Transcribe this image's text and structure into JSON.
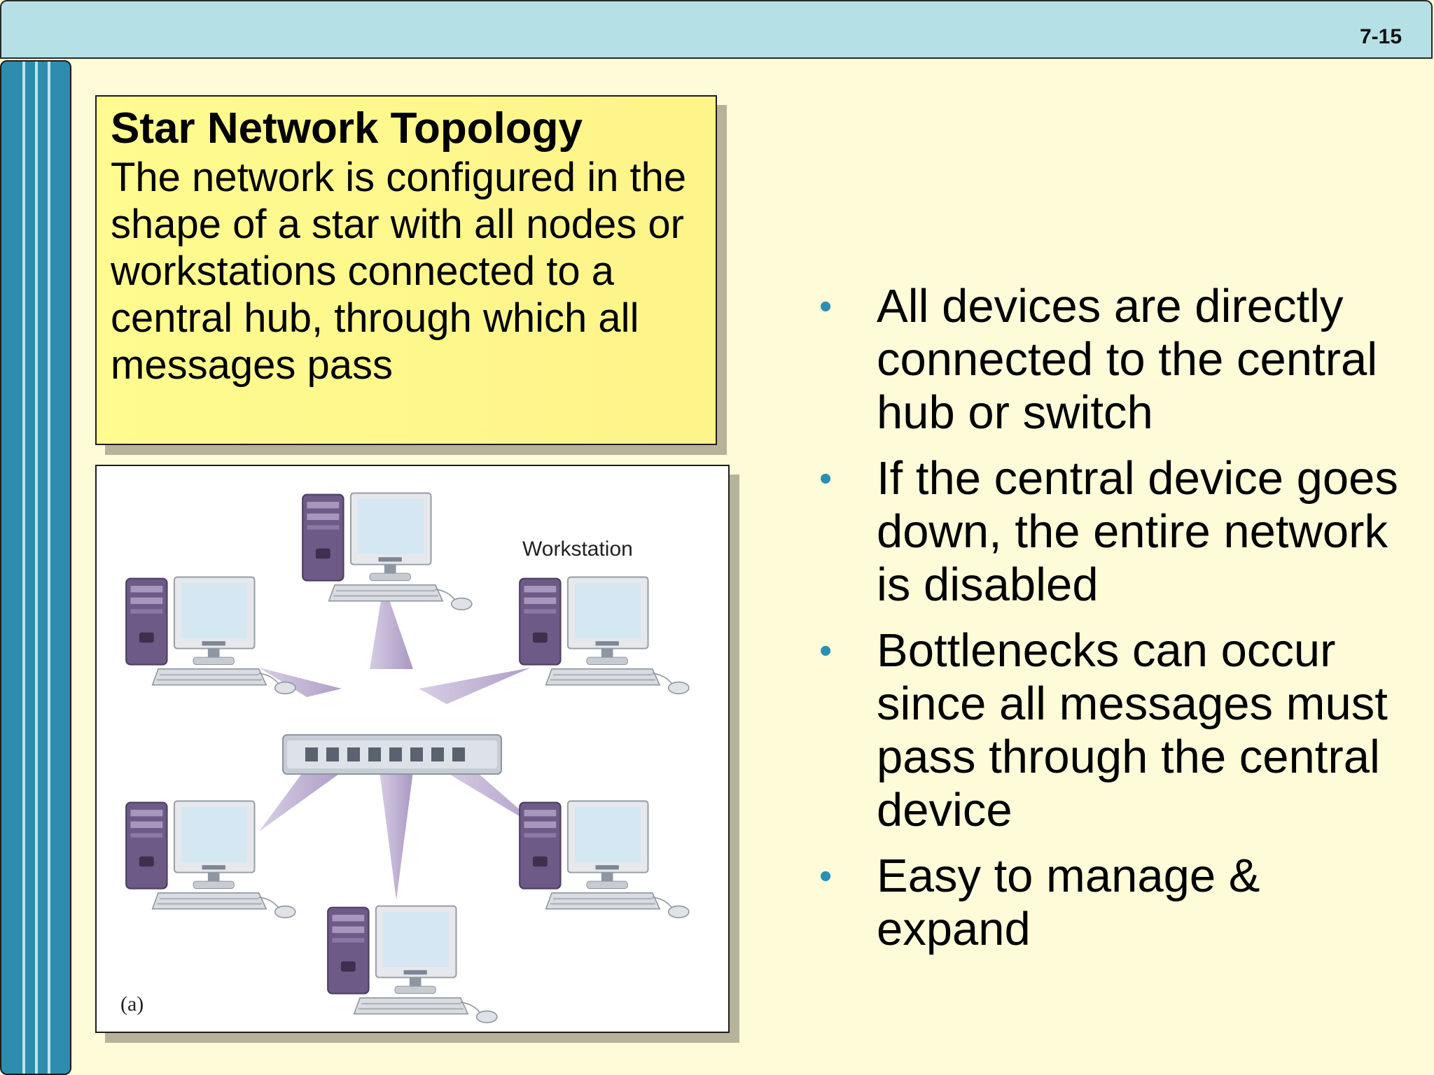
{
  "slide": {
    "number": "7-15"
  },
  "callout": {
    "title": "Star Network Topology",
    "body": "The network is configured in the shape of a star with all nodes or workstations connected to a central hub, through which all messages pass"
  },
  "figure": {
    "workstation_label": "Workstation",
    "panel_label": "(a)"
  },
  "bullets": [
    "All devices are directly connected to the central hub or switch",
    "If the central device goes down, the entire network is disabled",
    "Bottlenecks can occur since all messages must pass through the central device",
    "Easy to manage & expand"
  ],
  "colors": {
    "background": "#fdfbd8",
    "top_band": "#b5e0e6",
    "side_band": "#2e8cae",
    "callout_fill": "#fffb8f",
    "bullet_dot": "#2a8fb3",
    "computer_case": "#6e5a86"
  }
}
